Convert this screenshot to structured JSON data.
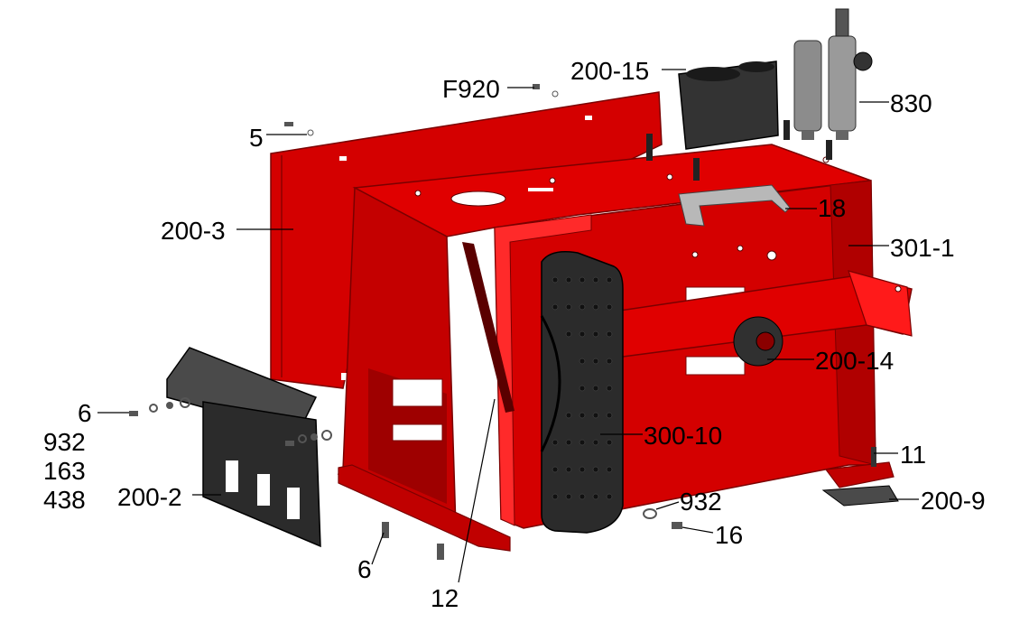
{
  "colors": {
    "frame_red": "#d40000",
    "frame_red_dark": "#9e0000",
    "frame_red_light": "#ff1a1a",
    "black_part": "#2b2b2b",
    "gray_part": "#8c8c8c"
  },
  "labels": {
    "f920": "F920",
    "p200_15": "200-15",
    "p830": "830",
    "p5": "5",
    "p200_3": "200-3",
    "p18": "18",
    "p301_1": "301-1",
    "p200_14": "200-14",
    "p6_left": "6",
    "p932_left": "932",
    "p163": "163",
    "p438": "438",
    "p200_2": "200-2",
    "p300_10": "300-10",
    "p11": "11",
    "p200_9": "200-9",
    "p932_right": "932",
    "p16": "16",
    "p6_bottom": "6",
    "p12": "12"
  }
}
